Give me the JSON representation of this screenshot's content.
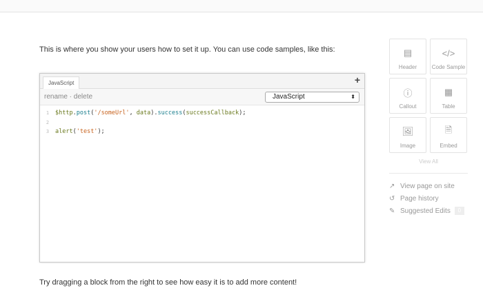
{
  "intro": "This is where you show your users how to set it up. You can use code samples, like this:",
  "outro": "Try dragging a block from the right to see how easy it is to add more content!",
  "editor": {
    "tab": "JavaScript",
    "rename": "rename",
    "sep": " · ",
    "delete": "delete",
    "language": "JavaScript",
    "lines": [
      {
        "n": "1",
        "tokens": [
          [
            "v",
            "$http"
          ],
          [
            "p",
            "."
          ],
          [
            "f",
            "post"
          ],
          [
            "p",
            "("
          ],
          [
            "s",
            "'/someUrl'"
          ],
          [
            "p",
            ", "
          ],
          [
            "v",
            "data"
          ],
          [
            "p",
            ")."
          ],
          [
            "f",
            "success"
          ],
          [
            "p",
            "("
          ],
          [
            "v",
            "successCallback"
          ],
          [
            "p",
            ");"
          ]
        ]
      },
      {
        "n": "2",
        "tokens": []
      },
      {
        "n": "3",
        "tokens": [
          [
            "v",
            "alert"
          ],
          [
            "p",
            "("
          ],
          [
            "s",
            "'test'"
          ],
          [
            "p",
            ");"
          ]
        ]
      }
    ]
  },
  "panel": {
    "tiles": [
      {
        "label": "Header",
        "icon": "header-icon"
      },
      {
        "label": "Code Sample",
        "icon": "code-icon"
      },
      {
        "label": "Callout",
        "icon": "callout-icon"
      },
      {
        "label": "Table",
        "icon": "table-icon"
      },
      {
        "label": "Image",
        "icon": "image-icon"
      },
      {
        "label": "Embed",
        "icon": "embed-icon"
      }
    ],
    "view_all": "View All",
    "links": [
      {
        "label": "View page on site",
        "icon": "external-link-icon"
      },
      {
        "label": "Page history",
        "icon": "history-icon"
      },
      {
        "label": "Suggested Edits",
        "icon": "edit-icon",
        "badge": "0"
      }
    ]
  }
}
